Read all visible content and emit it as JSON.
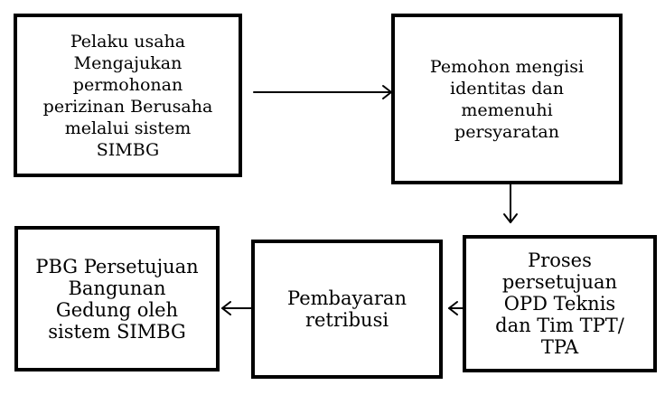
{
  "diagram": {
    "steps": [
      {
        "id": "step-1",
        "lines": [
          "Pelaku usaha",
          "Mengajukan",
          "permohonan",
          "perizinan Berusaha",
          "melalui sistem",
          "SIMBG"
        ]
      },
      {
        "id": "step-2",
        "lines": [
          "Pemohon mengisi",
          "identitas dan",
          "memenuhi",
          "persyaratan"
        ]
      },
      {
        "id": "step-3",
        "lines": [
          "Proses",
          "persetujuan",
          "OPD Teknis",
          "dan Tim TPT/",
          "TPA"
        ]
      },
      {
        "id": "step-4",
        "lines": [
          "Pembayaran",
          "retribusi"
        ]
      },
      {
        "id": "step-5",
        "lines": [
          "PBG Persetujuan",
          "Bangunan",
          "Gedung oleh",
          "sistem SIMBG"
        ]
      }
    ],
    "connectors": [
      {
        "from": "step-1",
        "to": "step-2",
        "direction": "right"
      },
      {
        "from": "step-2",
        "to": "step-3",
        "direction": "down"
      },
      {
        "from": "step-3",
        "to": "step-4",
        "direction": "left"
      },
      {
        "from": "step-4",
        "to": "step-5",
        "direction": "left"
      }
    ],
    "colors": {
      "stroke": "#000000",
      "background": "#ffffff",
      "text": "#000000"
    }
  }
}
